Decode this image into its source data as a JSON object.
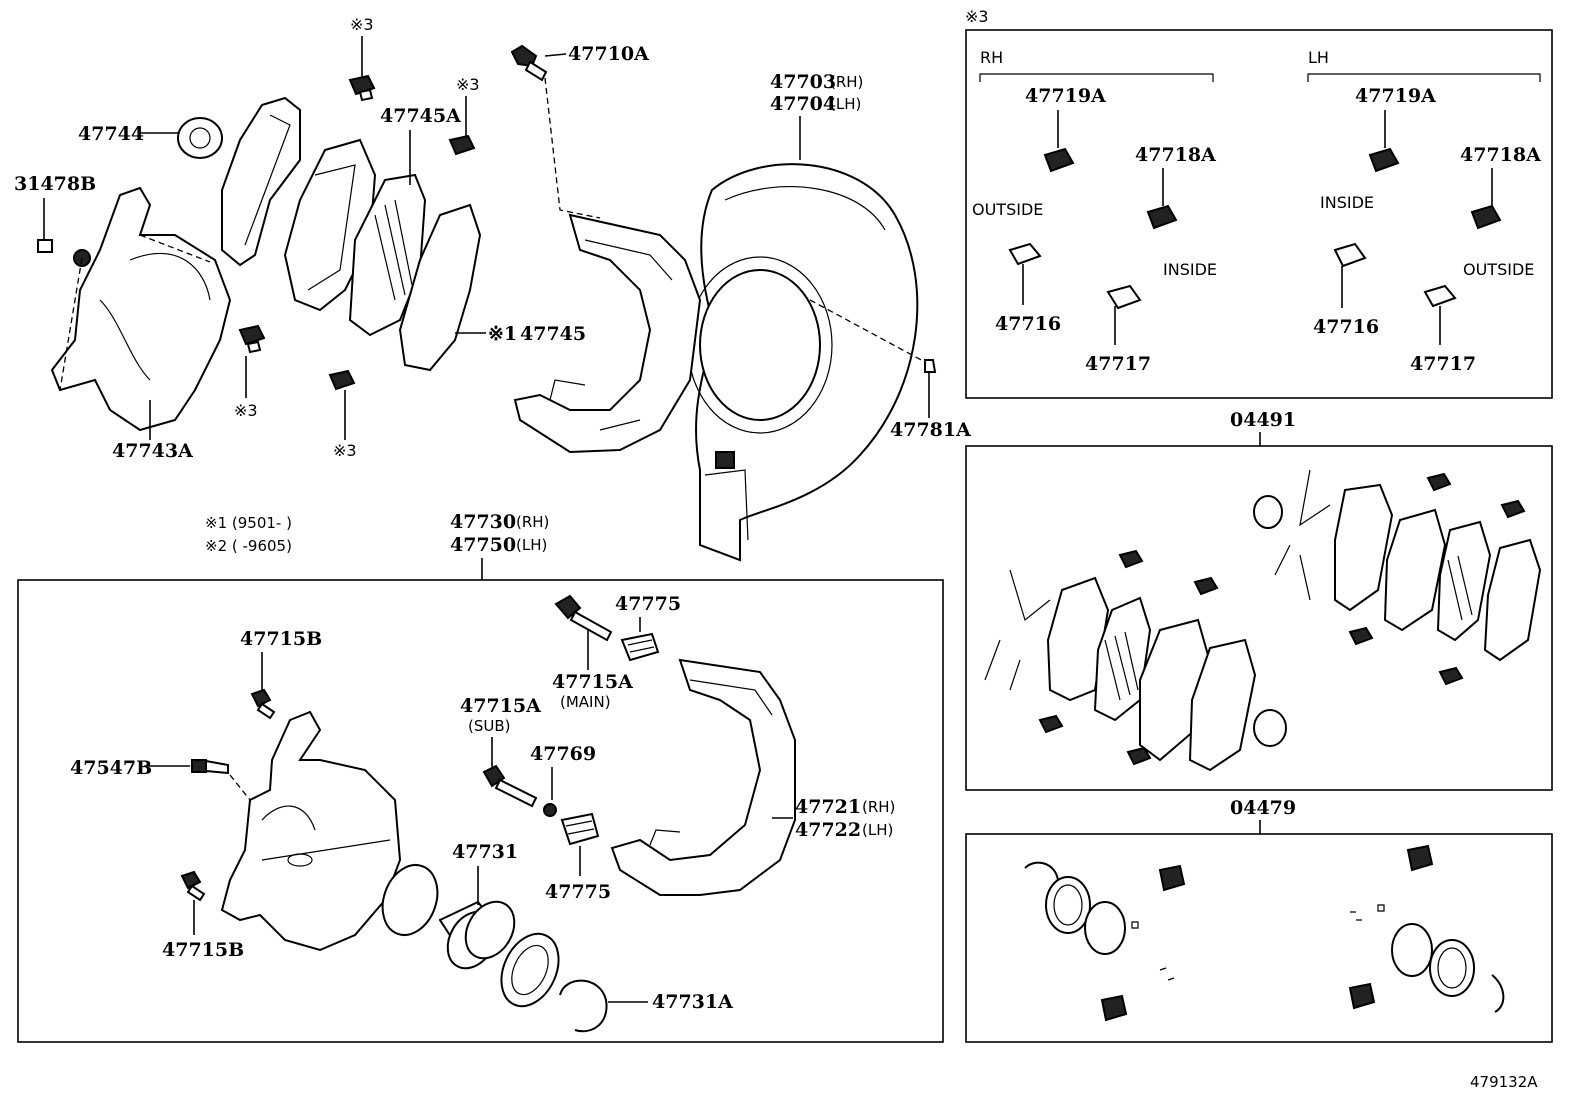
{
  "labels": {
    "p47710A": "47710A",
    "p47703": "47703",
    "p47703_side": "(RH)",
    "p47704": "47704",
    "p47704_side": "(LH)",
    "p47744": "47744",
    "p31478B": "31478B",
    "p47745A": "47745A",
    "p47745": "47745",
    "p47745_note": "※1",
    "p47743A": "47743A",
    "p47781A": "47781A",
    "note3_a": "※3",
    "note3_b": "※3",
    "note3_c": "※3",
    "note3_d": "※3",
    "note3_e": "※3"
  },
  "legend": {
    "note1": "※1 (9501-      )",
    "note2": "※2 (      -9605)"
  },
  "caliper_assy": {
    "num_rh": "47730",
    "side_rh": "(RH)",
    "num_lh": "47750",
    "side_lh": "(LH)",
    "p47775_top": "47775",
    "p47715B_top": "47715B",
    "p47715A_main": "47715A",
    "main": "(MAIN)",
    "p47715A_sub": "47715A",
    "sub": "(SUB)",
    "p47769": "47769",
    "p47547B": "47547B",
    "p47721": "47721",
    "p47721_side": "(RH)",
    "p47722": "47722",
    "p47722_side": "(LH)",
    "p47731": "47731",
    "p47775_bot": "47775",
    "p47715B_bot": "47715B",
    "p47731A": "47731A"
  },
  "shim_box": {
    "note": "※3",
    "rh": "RH",
    "lh": "LH",
    "rh_47719A": "47719A",
    "rh_47718A": "47718A",
    "rh_outside": "OUTSIDE",
    "rh_inside": "INSIDE",
    "rh_47716": "47716",
    "rh_47717": "47717",
    "lh_47719A": "47719A",
    "lh_47718A": "47718A",
    "lh_inside": "INSIDE",
    "lh_outside": "OUTSIDE",
    "lh_47716": "47716",
    "lh_47717": "47717"
  },
  "kits": {
    "pad_kit": "04491",
    "seal_kit": "04479"
  },
  "figure_id": "479132A"
}
